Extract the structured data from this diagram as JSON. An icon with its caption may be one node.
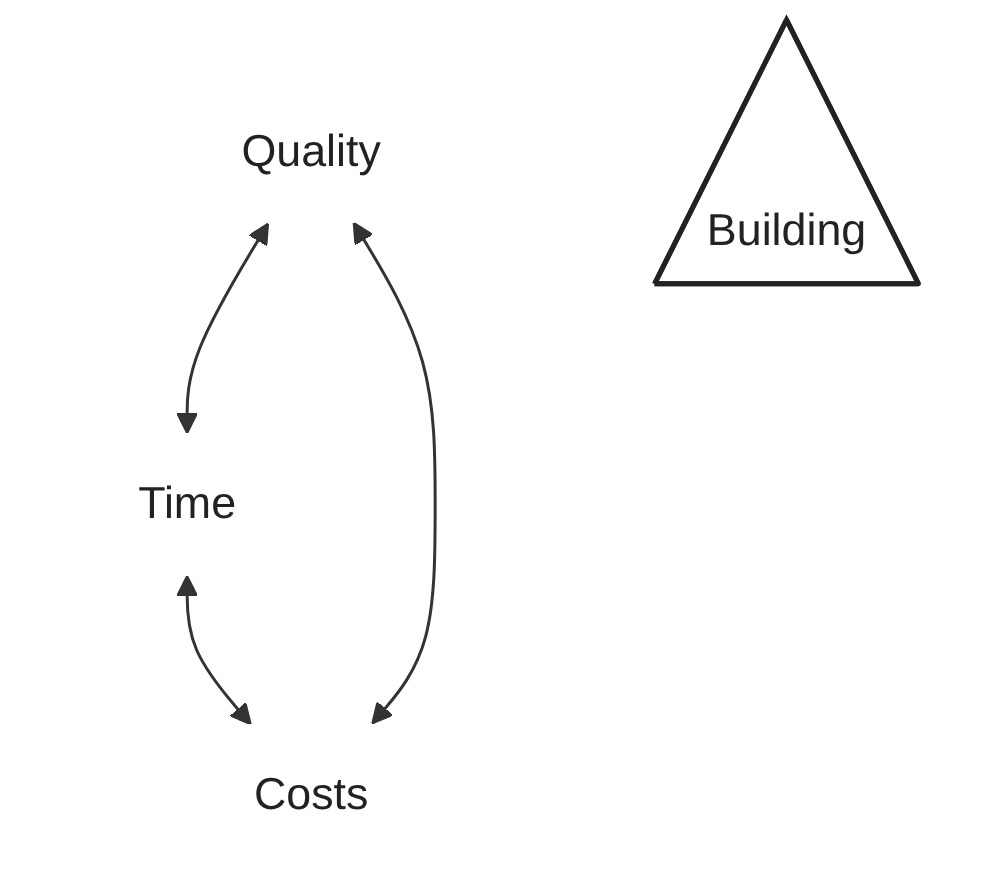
{
  "diagram": {
    "nodes": [
      {
        "text": [
          "Quality"
        ]
      },
      {
        "text": [
          "Building"
        ]
      },
      {
        "text": [
          "Costs"
        ]
      },
      {
        "text": [
          "Time"
        ]
      }
    ],
    "edges": [
      {
        "from": 0,
        "to": 3,
        "arrow": "both"
      },
      {
        "from": 3,
        "to": 2,
        "arrow": "both"
      },
      {
        "from": 2,
        "to": 0,
        "arrow": "both"
      }
    ]
  }
}
